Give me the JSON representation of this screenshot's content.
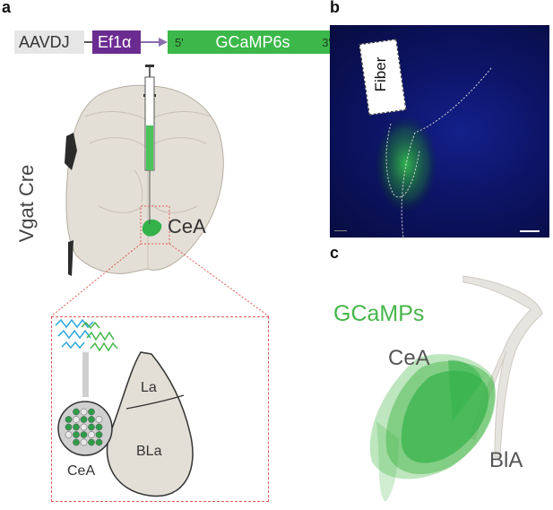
{
  "panels": {
    "a": "a",
    "b": "b",
    "c": "c"
  },
  "construct": {
    "vector": "AAVDJ",
    "promoter": "Ef1α",
    "gene": "GCaMP6s",
    "five_prime": "5'",
    "three_prime": "3'"
  },
  "mouse_line": "Vgat Cre",
  "region_label": "CeA",
  "inset": {
    "la": "La",
    "bla": "BLa",
    "cea": "CeA"
  },
  "histology": {
    "fiber_label": "Fiber"
  },
  "panel_c": {
    "gcamps": "GCaMPs",
    "cea": "CeA",
    "bla": "BlA"
  },
  "colors": {
    "vector_box": "#e6e6e6",
    "promoter_box": "#6b2c91",
    "gene_box": "#3cb84a",
    "brain": "#e4dfd6",
    "green": "#33b24a",
    "histology_bg": "#0a0f3a"
  }
}
